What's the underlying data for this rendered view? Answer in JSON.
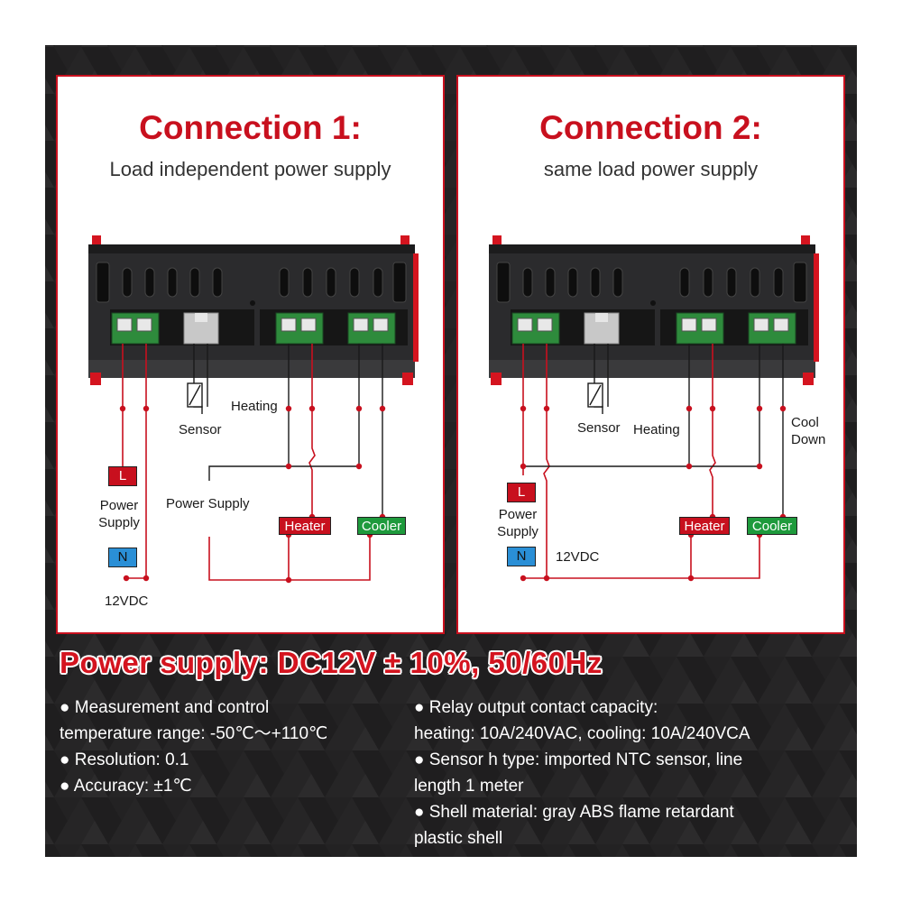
{
  "colors": {
    "background": "#201f20",
    "accent_red": "#c8101e",
    "terminal_green": "#2e8b3c",
    "sensor_gray": "#c8c8c8",
    "neutral_blue": "#2a8fd6",
    "cooler_green": "#1e9a3c"
  },
  "connection1": {
    "title": "Connection 1:",
    "subtitle": "Load independent power supply",
    "labels": {
      "sensor": "Sensor",
      "heating": "Heating",
      "power_supply_left": "Power\nSupply",
      "power_supply": "Power Supply",
      "voltage": "12VDC"
    },
    "terminals": {
      "l": "L",
      "n": "N",
      "heater": "Heater",
      "cooler": "Cooler"
    }
  },
  "connection2": {
    "title": "Connection 2:",
    "subtitle": "same load power supply",
    "labels": {
      "sensor": "Sensor",
      "heating": "Heating",
      "cool_down": "Cool\nDown",
      "power_supply_left": "Power\nSupply",
      "voltage": "12VDC"
    },
    "terminals": {
      "l": "L",
      "n": "N",
      "heater": "Heater",
      "cooler": "Cooler"
    }
  },
  "headline": "Power supply: DC12V ± 10%, 50/60Hz",
  "specs_left": [
    "● Measurement and control",
    "temperature range: -50℃〜+110℃",
    "● Resolution: 0.1",
    "● Accuracy: ±1℃"
  ],
  "specs_right": [
    "● Relay output contact capacity:",
    "heating: 10A/240VAC, cooling: 10A/240VCA",
    "● Sensor h type: imported NTC sensor, line",
    "length 1 meter",
    "● Shell material: gray ABS flame retardant",
    "plastic shell"
  ]
}
